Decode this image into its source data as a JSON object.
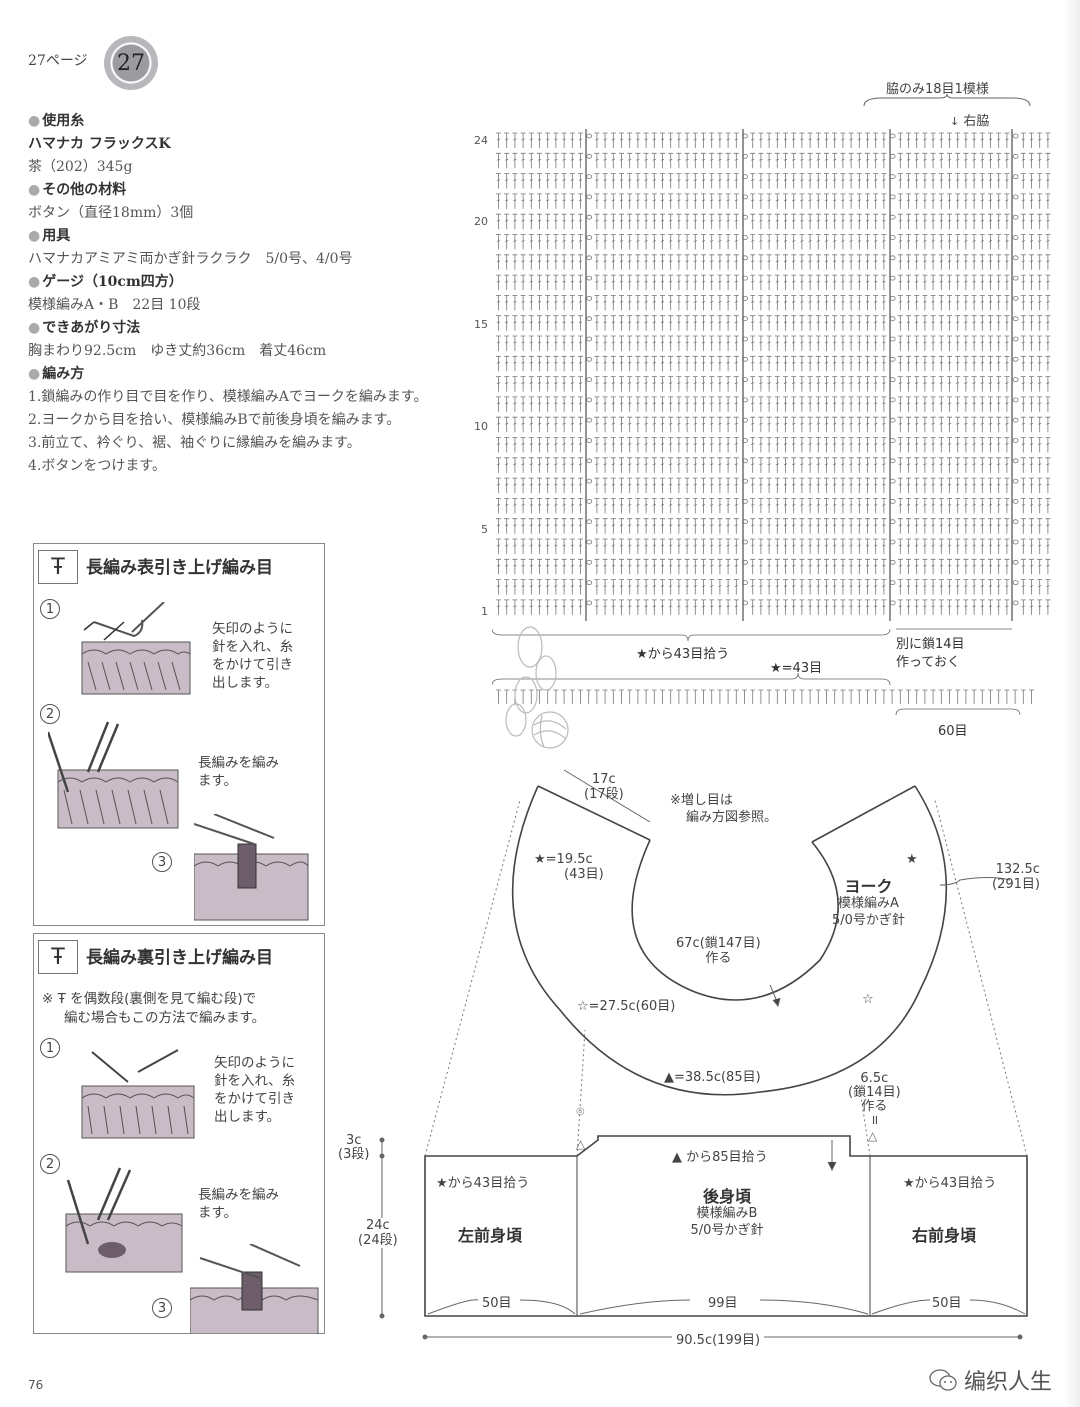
{
  "header": {
    "page_ref": "27ページ",
    "badge_number": "27"
  },
  "materials": {
    "yarn_heading": "使用糸",
    "yarn_name": "ハマナカ フラックスK",
    "yarn_detail": "茶（202）345g",
    "other_heading": "その他の材料",
    "other_detail": "ボタン（直径18mm）3個",
    "tools_heading": "用具",
    "tools_detail": "ハマナカアミアミ両かぎ針ラクラク　5/0号、4/0号",
    "gauge_heading": "ゲージ（10cm四方）",
    "gauge_detail": "模様編みA・B　22目 10段",
    "size_heading": "できあがり寸法",
    "size_detail": "胸まわり92.5cm　ゆき丈約36cm　着丈46cm",
    "method_heading": "編み方",
    "steps": [
      "1.鎖編みの作り目で目を作り、模様編みAでヨークを編みます。",
      "2.ヨークから目を拾い、模様編みBで前後身頃を編みます。",
      "3.前立て、衿ぐり、裾、袖ぐりに縁編みを編みます。",
      "4.ボタンをつけます。"
    ]
  },
  "stitch_chart": {
    "top_label": "脇のみ18目1模様",
    "right_side_label": "右脇",
    "row_numbers": [
      "24",
      "20",
      "15",
      "10",
      "5",
      "1"
    ],
    "pickup_label": "★から43目拾う",
    "star_count_label": "★=43目",
    "chain_note_line1": "別に鎖14目",
    "chain_note_line2": "作っておく",
    "bottom_count": "60目"
  },
  "technique_front": {
    "symbol": "Ŧ",
    "title": "長編み表引き上げ編み目",
    "steps": [
      {
        "num": "1",
        "text": [
          "矢印のように",
          "針を入れ、糸",
          "をかけて引き",
          "出します。"
        ]
      },
      {
        "num": "2",
        "text": [
          "長編みを編み",
          "ます。"
        ]
      },
      {
        "num": "3",
        "text": []
      }
    ]
  },
  "technique_back": {
    "symbol": "Ŧ",
    "title": "長編み裏引き上げ編み目",
    "note_line1": "※ Ŧ を偶数段(裏側を見て編む段)で",
    "note_line2": "編む場合もこの方法で編みます。",
    "steps": [
      {
        "num": "1",
        "text": [
          "矢印のように",
          "針を入れ、糸",
          "をかけて引き",
          "出します。"
        ]
      },
      {
        "num": "2",
        "text": [
          "長編みを編み",
          "ます。"
        ]
      },
      {
        "num": "3",
        "text": []
      }
    ]
  },
  "schematic": {
    "shoulder_len": "17c",
    "shoulder_rows": "(17段)",
    "increase_note_line1": "※増し目は",
    "increase_note_line2": "編み方図参照。",
    "star_len": "★=19.5c",
    "star_sts": "(43目)",
    "neck_chain": "67c(鎖147目)",
    "neck_make": "作る",
    "yoke_title": "ヨーク",
    "yoke_pattern": "模様編みA",
    "yoke_hook": "5/0号かぎ針",
    "yoke_outer_len": "132.5c",
    "yoke_outer_sts": "(291目)",
    "open_star_len": "☆=27.5c(60目)",
    "triangle_len": "▲=38.5c(85目)",
    "underarm_len": "6.5c",
    "underarm_chain": "(鎖14目)",
    "underarm_make": "作る",
    "underarm_eq": "॥",
    "star_mark": "★",
    "open_star_mark": "☆",
    "height_top": "3c",
    "height_top_rows": "(3段)",
    "height_body": "24c",
    "height_body_rows": "(24段)",
    "left_pickup": "★から43目拾う",
    "back_pickup": "▲ から85目拾う",
    "right_pickup": "★から43目拾う",
    "left_front": "左前身頃",
    "back_title": "後身頃",
    "back_pattern": "模様編みB",
    "back_hook": "5/0号かぎ針",
    "right_front": "右前身頃",
    "left_sts": "50目",
    "back_sts": "99目",
    "right_sts": "50目",
    "total_width": "90.5c(199目)"
  },
  "footer": {
    "page_number": "76",
    "watermark": "编织人生"
  },
  "colors": {
    "text": "#333333",
    "line": "#555555",
    "illustration_fill": "#b9adb8",
    "badge": "#9c9ca0"
  }
}
